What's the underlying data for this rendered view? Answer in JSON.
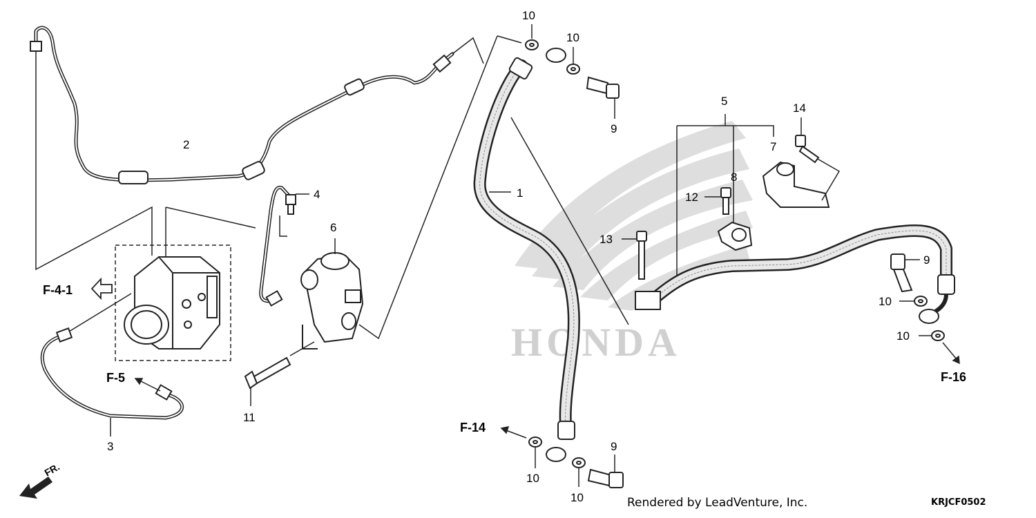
{
  "callouts": [
    {
      "id": "c1",
      "text": "1"
    },
    {
      "id": "c2",
      "text": "2"
    },
    {
      "id": "c3",
      "text": "3"
    },
    {
      "id": "c4",
      "text": "4"
    },
    {
      "id": "c5",
      "text": "5"
    },
    {
      "id": "c6",
      "text": "6"
    },
    {
      "id": "c7",
      "text": "7"
    },
    {
      "id": "c8",
      "text": "8"
    },
    {
      "id": "c9a",
      "text": "9"
    },
    {
      "id": "c9b",
      "text": "9"
    },
    {
      "id": "c9c",
      "text": "9"
    },
    {
      "id": "c10a",
      "text": "10"
    },
    {
      "id": "c10b",
      "text": "10"
    },
    {
      "id": "c10c",
      "text": "10"
    },
    {
      "id": "c10d",
      "text": "10"
    },
    {
      "id": "c10e",
      "text": "10"
    },
    {
      "id": "c10f",
      "text": "10"
    },
    {
      "id": "c11",
      "text": "11"
    },
    {
      "id": "c12",
      "text": "12"
    },
    {
      "id": "c13",
      "text": "13"
    },
    {
      "id": "c14",
      "text": "14"
    }
  ],
  "references": {
    "f41": "F-4-1",
    "f5": "F-5",
    "f14": "F-14",
    "f16": "F-16"
  },
  "direction": "FR.",
  "watermark": "HONDA",
  "footer": {
    "credit": "Rendered by LeadVenture, Inc.",
    "diagram_code": "KRJCF0502"
  }
}
